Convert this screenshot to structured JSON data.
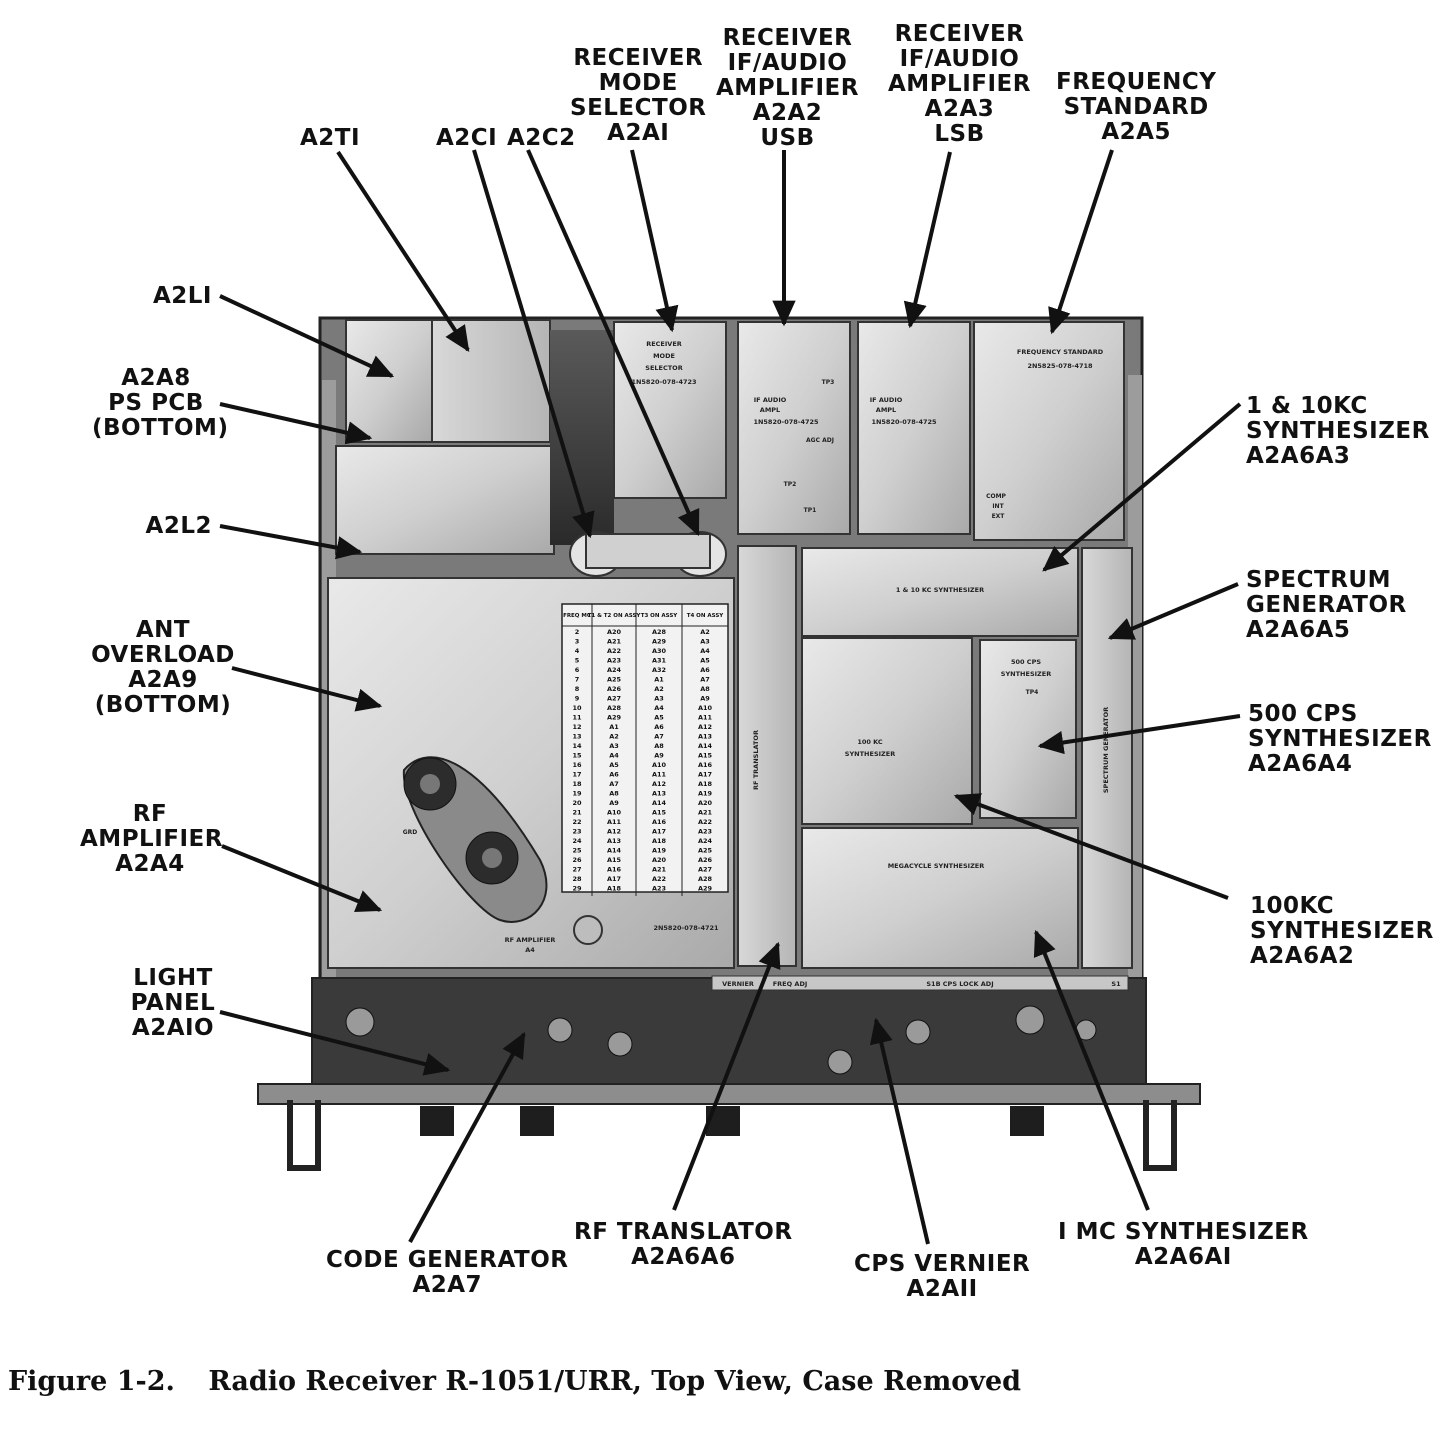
{
  "caption": {
    "figure_number": "Figure 1-2.",
    "title": "Radio Receiver R-1051/URR, Top View, Case Removed"
  },
  "callouts": {
    "a2t1": [
      "A2TI"
    ],
    "a2c1": [
      "A2CI"
    ],
    "a2c2": [
      "A2C2"
    ],
    "mode_selector": [
      "RECEIVER",
      "MODE",
      "SELECTOR",
      "A2AI"
    ],
    "if_usb": [
      "RECEIVER",
      "IF/AUDIO",
      "AMPLIFIER",
      "A2A2",
      "USB"
    ],
    "if_lsb": [
      "RECEIVER",
      "IF/AUDIO",
      "AMPLIFIER",
      "A2A3",
      "LSB"
    ],
    "freq_std": [
      "FREQUENCY",
      "STANDARD",
      "A2A5"
    ],
    "a2l1": [
      "A2LI"
    ],
    "a2a8": [
      "A2A8",
      "PS PCB",
      "(BOTTOM)"
    ],
    "a2l2": [
      "A2L2"
    ],
    "ant_overload": [
      "ANT",
      "OVERLOAD",
      "A2A9",
      "(BOTTOM)"
    ],
    "rf_amp": [
      "RF",
      "AMPLIFIER",
      "A2A4"
    ],
    "light_panel": [
      "LIGHT",
      "PANEL",
      "A2AIO"
    ],
    "synth_1_10kc": [
      "1 & 10KC",
      "SYNTHESIZER",
      "A2A6A3"
    ],
    "spectrum_gen": [
      "SPECTRUM",
      "GENERATOR",
      "A2A6A5"
    ],
    "synth_500cps": [
      "500 CPS",
      "SYNTHESIZER",
      "A2A6A4"
    ],
    "synth_100kc": [
      "100KC",
      "SYNTHESIZER",
      "A2A6A2"
    ],
    "synth_1mc": [
      "I MC SYNTHESIZER",
      "A2A6AI"
    ],
    "rf_translator": [
      "RF TRANSLATOR",
      "A2A6A6"
    ],
    "code_gen": [
      "CODE GENERATOR",
      "A2A7"
    ],
    "cps_vernier": [
      "CPS VERNIER",
      "A2AII"
    ]
  },
  "panel_text": {
    "mode_selector_plate": [
      "RECEIVER",
      "MODE",
      "SELECTOR",
      "1N5820-078-4723"
    ],
    "if_plate_usb": [
      "IF AUDIO",
      "AMPL",
      "1N5820-078-4725"
    ],
    "if_plate_lsb": [
      "IF AUDIO",
      "AMPL",
      "1N5820-078-4725"
    ],
    "freq_std_plate": [
      "FREQUENCY STANDARD",
      "2N5825-078-4718"
    ],
    "synth_1_10_plate": "1 & 10 KC SYNTHESIZER",
    "synth_500_plate": [
      "500 CPS",
      "SYNTHESIZER"
    ],
    "synth_100_plate": [
      "100 KC",
      "SYNTHESIZER"
    ],
    "mc_synth_plate": "MEGACYCLE SYNTHESIZER",
    "spectrum_plate": "SPECTRUM GENERATOR",
    "rf_translator_plate": "RF TRANSLATOR",
    "rf_amp_plate": [
      "RF AMPLIFIER",
      "A4"
    ],
    "rf_amp_part": "2N5820-078-4721",
    "vernier_strip": [
      "VERNIER",
      "FREQ ADJ",
      "S1B CPS LOCK ADJ",
      "S1"
    ],
    "test_points": [
      "TP1",
      "TP2",
      "TP3",
      "TP4",
      "GRD",
      "AGC ADJ",
      "COMP",
      "INT",
      "EXT"
    ]
  },
  "table": {
    "headers": [
      "FREQ MC",
      "T1 & T2 ON ASSY",
      "T3 ON ASSY",
      "T4 ON ASSY"
    ],
    "rows": [
      [
        "2",
        "A20",
        "A28",
        "A2"
      ],
      [
        "3",
        "A21",
        "A29",
        "A3"
      ],
      [
        "4",
        "A22",
        "A30",
        "A4"
      ],
      [
        "5",
        "A23",
        "A31",
        "A5"
      ],
      [
        "6",
        "A24",
        "A32",
        "A6"
      ],
      [
        "7",
        "A25",
        "A1",
        "A7"
      ],
      [
        "8",
        "A26",
        "A2",
        "A8"
      ],
      [
        "9",
        "A27",
        "A3",
        "A9"
      ],
      [
        "10",
        "A28",
        "A4",
        "A10"
      ],
      [
        "11",
        "A29",
        "A5",
        "A11"
      ],
      [
        "12",
        "A1",
        "A6",
        "A12"
      ],
      [
        "13",
        "A2",
        "A7",
        "A13"
      ],
      [
        "14",
        "A3",
        "A8",
        "A14"
      ],
      [
        "15",
        "A4",
        "A9",
        "A15"
      ],
      [
        "16",
        "A5",
        "A10",
        "A16"
      ],
      [
        "17",
        "A6",
        "A11",
        "A17"
      ],
      [
        "18",
        "A7",
        "A12",
        "A18"
      ],
      [
        "19",
        "A8",
        "A13",
        "A19"
      ],
      [
        "20",
        "A9",
        "A14",
        "A20"
      ],
      [
        "21",
        "A10",
        "A15",
        "A21"
      ],
      [
        "22",
        "A11",
        "A16",
        "A22"
      ],
      [
        "23",
        "A12",
        "A17",
        "A23"
      ],
      [
        "24",
        "A13",
        "A18",
        "A24"
      ],
      [
        "25",
        "A14",
        "A19",
        "A25"
      ],
      [
        "26",
        "A15",
        "A20",
        "A26"
      ],
      [
        "27",
        "A16",
        "A21",
        "A27"
      ],
      [
        "28",
        "A17",
        "A22",
        "A28"
      ],
      [
        "29",
        "A18",
        "A23",
        "A29"
      ]
    ]
  }
}
